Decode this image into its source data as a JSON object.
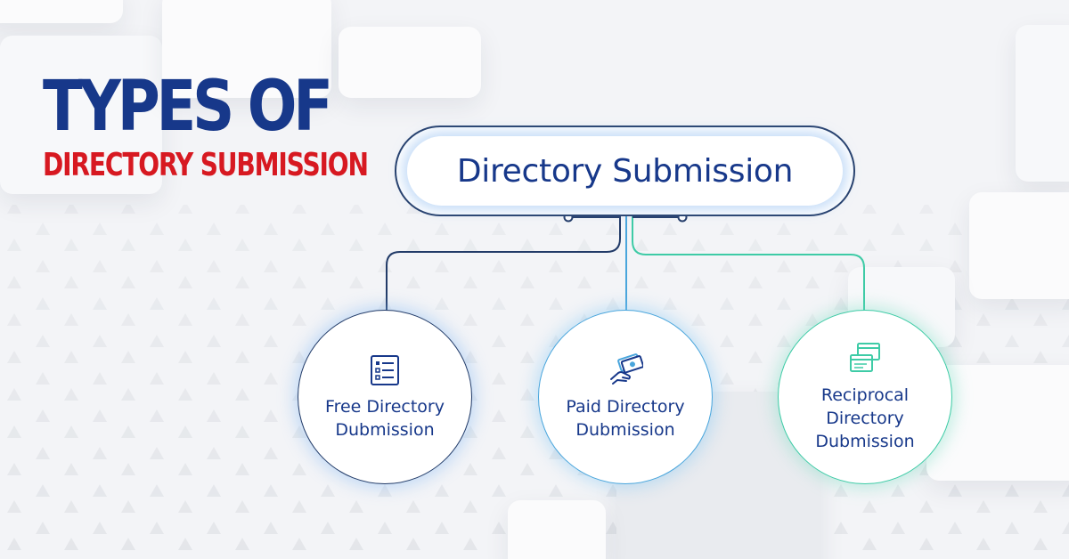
{
  "heading": {
    "line1": "TYPES OF",
    "line2": "DIRECTORY SUBMISSION"
  },
  "root": {
    "label": "Directory Submission"
  },
  "children": [
    {
      "line1": "Free Directory",
      "line2": "Dubmission",
      "icon": "checklist-icon",
      "color": "#223b68"
    },
    {
      "line1": "Paid Directory",
      "line2": "Dubmission",
      "icon": "hand-cash-icon",
      "color": "#49a5dc"
    },
    {
      "line1": "Reciprocal",
      "line2": "Directory",
      "line3": "Dubmission",
      "icon": "linked-windows-icon",
      "color": "#3ecba6"
    }
  ],
  "colors": {
    "heading_primary": "#17388a",
    "heading_accent": "#d71921",
    "background": "#f3f4f7"
  }
}
